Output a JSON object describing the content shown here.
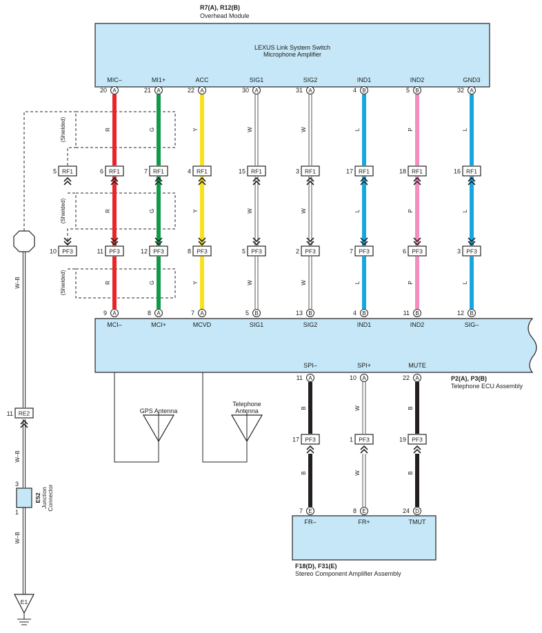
{
  "overhead_module": {
    "ref": "R7(A), R12(B)",
    "name": "Overhead Module",
    "desc_line1": "LEXUS Link System Switch",
    "desc_line2": "Microphone Amplifier"
  },
  "telephone_ecu": {
    "ref": "P2(A), P3(B)",
    "name": "Telephone ECU Assembly"
  },
  "amplifier": {
    "ref": "F18(D), F31(E)",
    "name": "Stereo Component Amplifier Assembly"
  },
  "junction": {
    "ref": "E52",
    "name_line1": "Junction",
    "name_line2": "Connector",
    "pin_top": "3",
    "pin_bottom": "1"
  },
  "ground": {
    "label": "E1"
  },
  "antennas": {
    "gps": "GPS Antenna",
    "tel_line1": "Telephone",
    "tel_line2": "Antenna"
  },
  "shield_label": "(Shielded)",
  "left_wire": {
    "color": "W–B",
    "connector": "RE2",
    "connector_pin": "11"
  },
  "colors": {
    "module_fill": "#c6e7f7",
    "R": "#e8262a",
    "G": "#109a48",
    "Y": "#f7e21b",
    "W": "#ffffff",
    "L": "#16a6e0",
    "P": "#f28fbf",
    "B": "#231f20"
  },
  "wires": [
    {
      "top_name": "MIC–",
      "top_pin": "20",
      "top_conn": "A",
      "color": "R",
      "rf1": "6",
      "pf3": "11",
      "bot_pin": "9",
      "bot_conn": "A",
      "bot_name": "MCI–"
    },
    {
      "top_name": "MI1+",
      "top_pin": "21",
      "top_conn": "A",
      "color": "G",
      "rf1": "7",
      "pf3": "12",
      "bot_pin": "8",
      "bot_conn": "A",
      "bot_name": "MCI+"
    },
    {
      "top_name": "ACC",
      "top_pin": "22",
      "top_conn": "A",
      "color": "Y",
      "rf1": "4",
      "pf3": "8",
      "bot_pin": "7",
      "bot_conn": "A",
      "bot_name": "MCVD"
    },
    {
      "top_name": "SIG1",
      "top_pin": "30",
      "top_conn": "A",
      "color": "W",
      "rf1": "15",
      "pf3": "5",
      "bot_pin": "5",
      "bot_conn": "B",
      "bot_name": "SIG1"
    },
    {
      "top_name": "SIG2",
      "top_pin": "31",
      "top_conn": "A",
      "color": "W",
      "rf1": "3",
      "pf3": "2",
      "bot_pin": "13",
      "bot_conn": "B",
      "bot_name": "SIG2"
    },
    {
      "top_name": "IND1",
      "top_pin": "4",
      "top_conn": "B",
      "color": "L",
      "rf1": "17",
      "pf3": "7",
      "bot_pin": "4",
      "bot_conn": "B",
      "bot_name": "IND1"
    },
    {
      "top_name": "IND2",
      "top_pin": "5",
      "top_conn": "B",
      "color": "P",
      "rf1": "18",
      "pf3": "6",
      "bot_pin": "11",
      "bot_conn": "B",
      "bot_name": "IND2"
    },
    {
      "top_name": "GND3",
      "top_pin": "32",
      "top_conn": "A",
      "color": "L",
      "rf1": "16",
      "pf3": "3",
      "bot_pin": "12",
      "bot_conn": "B",
      "bot_name": "SIG–"
    }
  ],
  "shield_connectors": {
    "rf1_label": "RF1",
    "rf1_pin": "5",
    "pf3_label": "PF3",
    "pf3_pin": "10"
  },
  "lower_wires": [
    {
      "top_name": "SPI–",
      "top_pin": "11",
      "top_conn": "A",
      "color": "B",
      "pf3": "17",
      "bot_pin": "7",
      "bot_conn": "E",
      "bot_name": "FR–"
    },
    {
      "top_name": "SPI+",
      "top_pin": "10",
      "top_conn": "A",
      "color": "W",
      "pf3": "1",
      "bot_pin": "8",
      "bot_conn": "E",
      "bot_name": "FR+"
    },
    {
      "top_name": "MUTE",
      "top_pin": "22",
      "top_conn": "A",
      "color": "B",
      "pf3": "19",
      "bot_pin": "24",
      "bot_conn": "D",
      "bot_name": "TMUT"
    }
  ]
}
